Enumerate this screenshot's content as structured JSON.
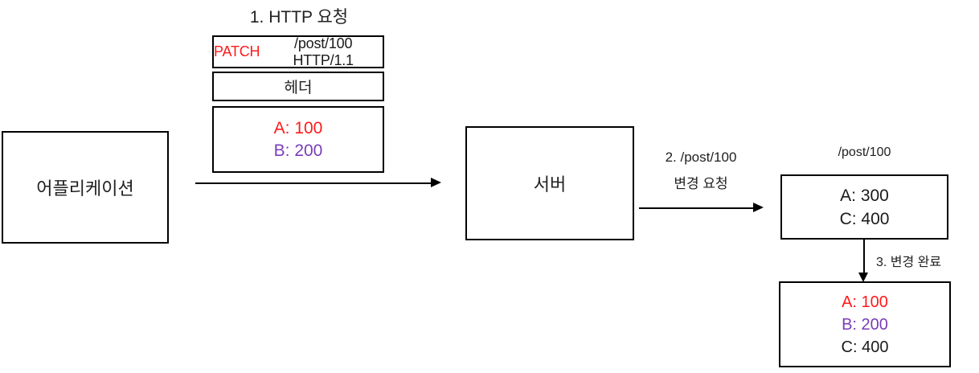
{
  "title": "1. HTTP 요청",
  "request": {
    "method": "PATCH",
    "target": "/post/100 HTTP/1.1"
  },
  "header": {
    "label": "헤더"
  },
  "body": {
    "line1": "A: 100",
    "line2": "B: 200"
  },
  "application": {
    "label": "어플리케이션"
  },
  "server": {
    "label": "서버"
  },
  "change_request": {
    "line1": "2.  /post/100",
    "line2": "변경 요청"
  },
  "resource": {
    "path": "/post/100",
    "before": {
      "line1": "A: 300",
      "line2": "C: 400"
    },
    "after": {
      "line1": "A: 100",
      "line2": "B: 200",
      "line3": "C: 400"
    }
  },
  "change_complete": {
    "label": "3. 변경 완료"
  },
  "colors": {
    "red": "#ff1a1a",
    "purple": "#7a3db8",
    "text": "#212121",
    "border": "#000000",
    "background": "#ffffff"
  }
}
